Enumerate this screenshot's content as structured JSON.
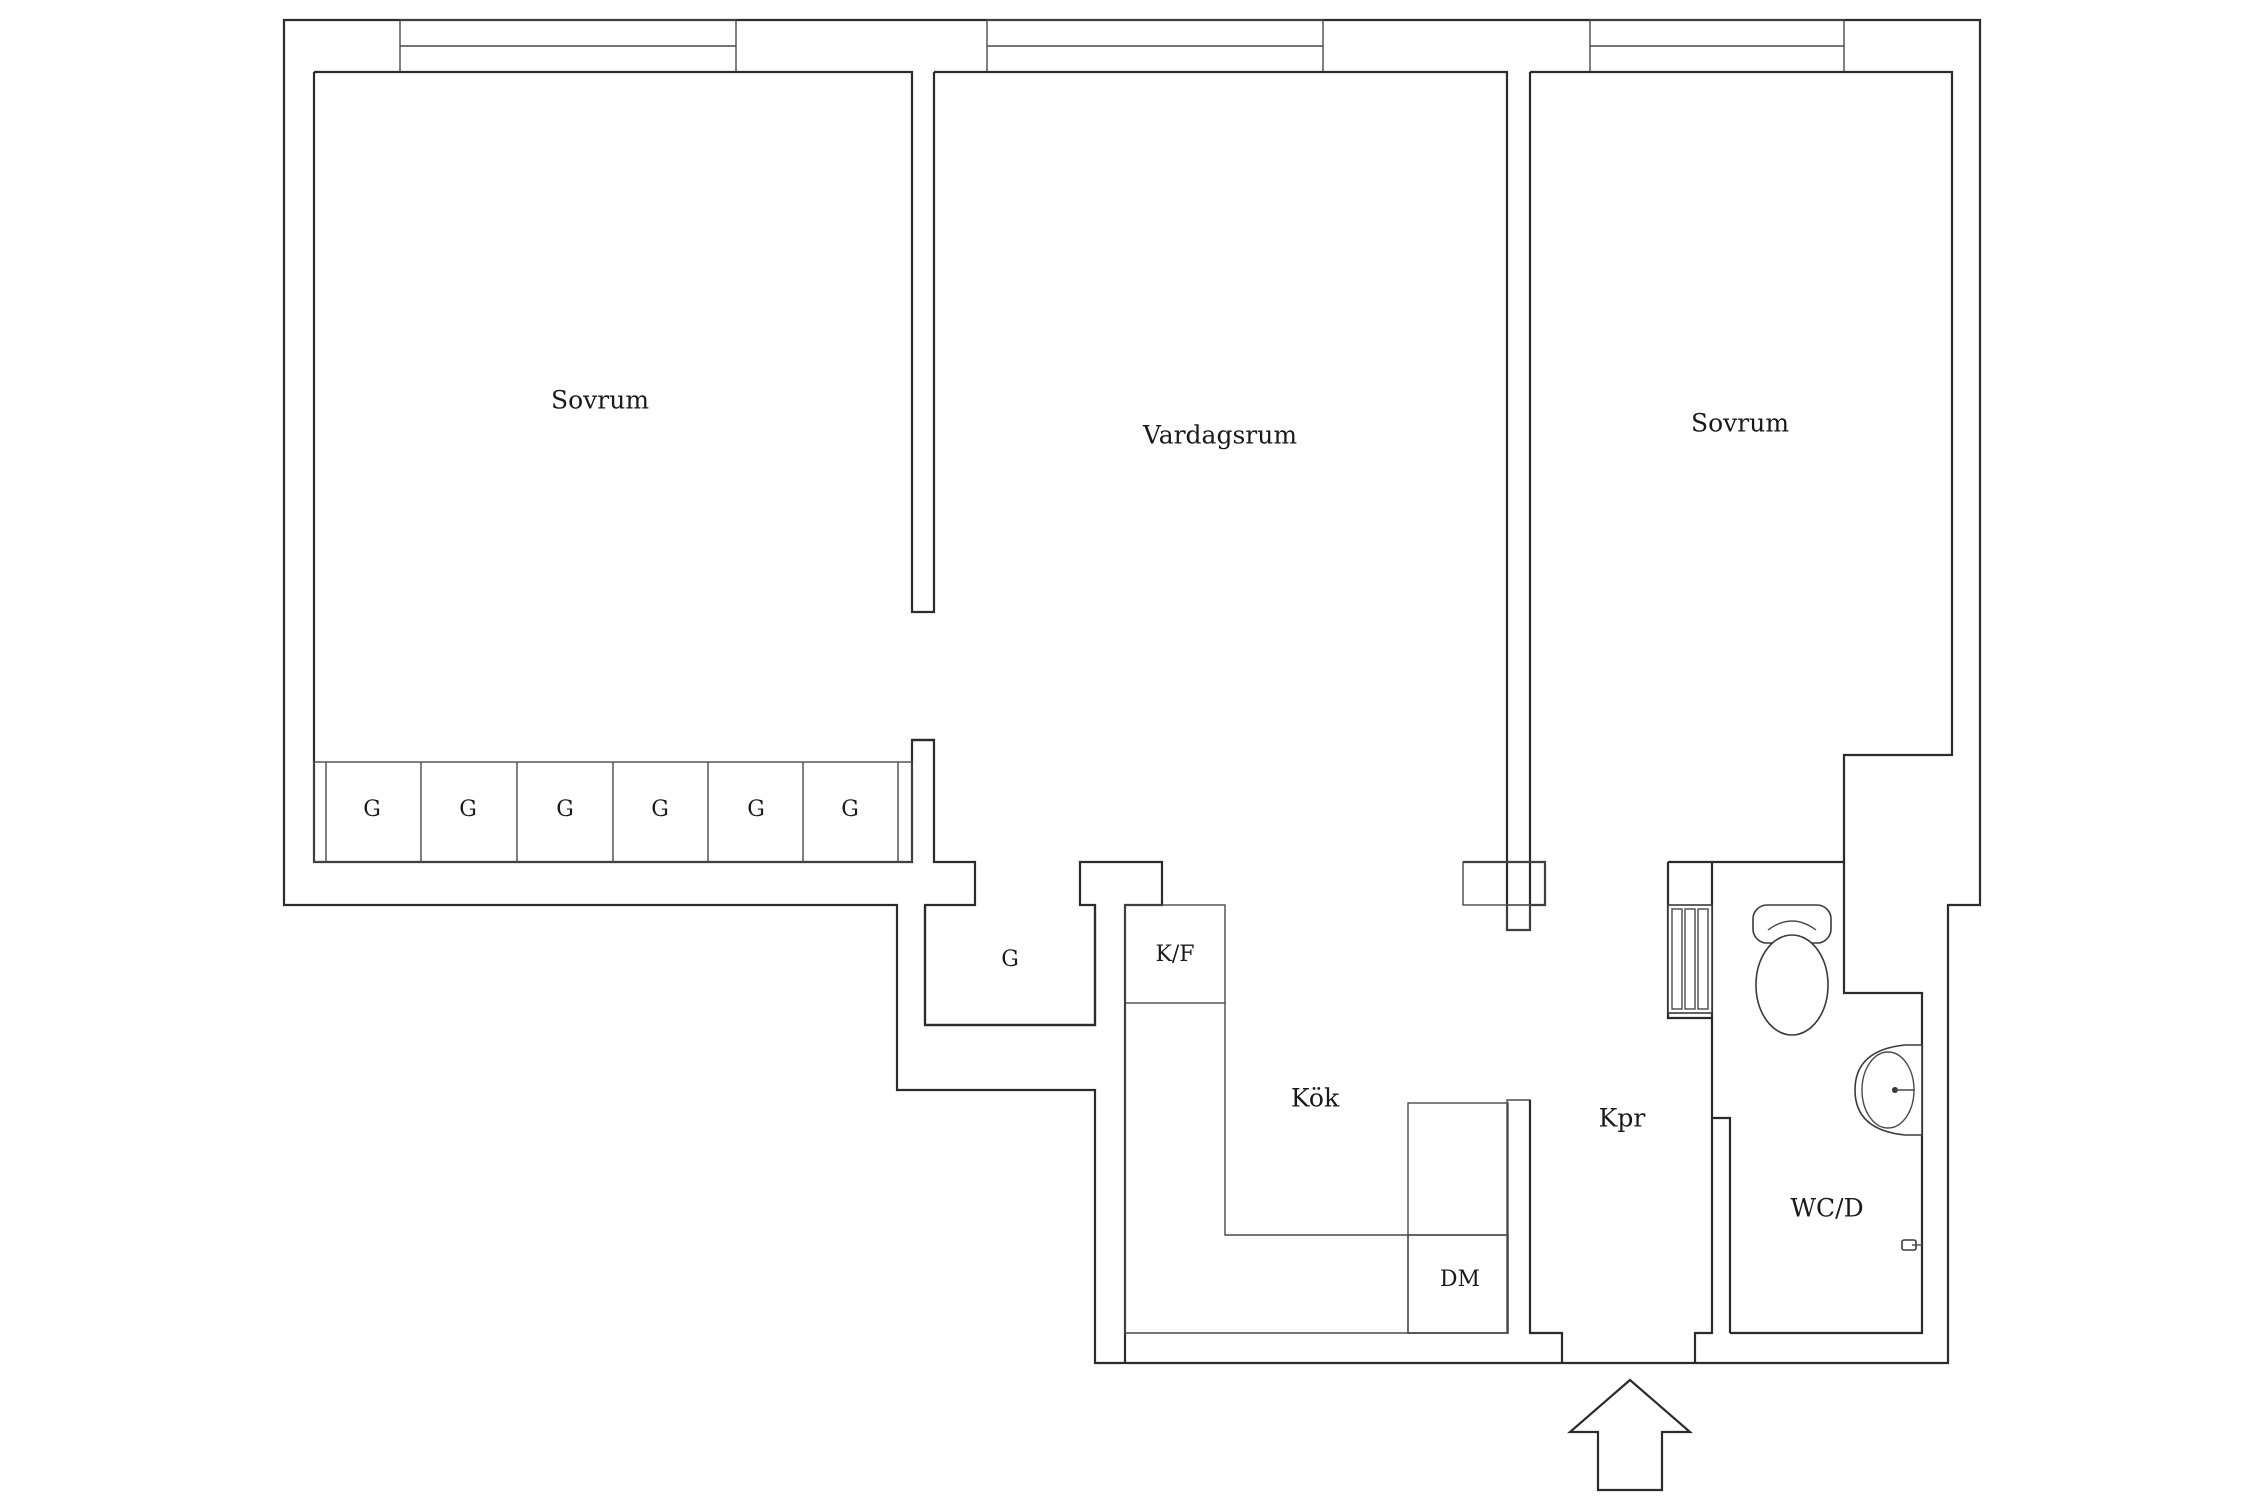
{
  "rooms": {
    "bedroom_left": "Sovrum",
    "living_room": "Vardagsrum",
    "bedroom_right": "Sovrum",
    "kitchen": "Kök",
    "hallway": "Kpr",
    "bathroom": "WC/D"
  },
  "fixtures": {
    "wardrobes": [
      "G",
      "G",
      "G",
      "G",
      "G",
      "G"
    ],
    "closet": "G",
    "fridge_freezer": "K/F",
    "dishwasher": "DM"
  },
  "icons": {
    "entrance": "entrance-arrow-icon",
    "toilet": "toilet-icon",
    "sink": "sink-icon",
    "radiator": "radiator-icon",
    "shower_tap": "shower-tap-icon"
  }
}
